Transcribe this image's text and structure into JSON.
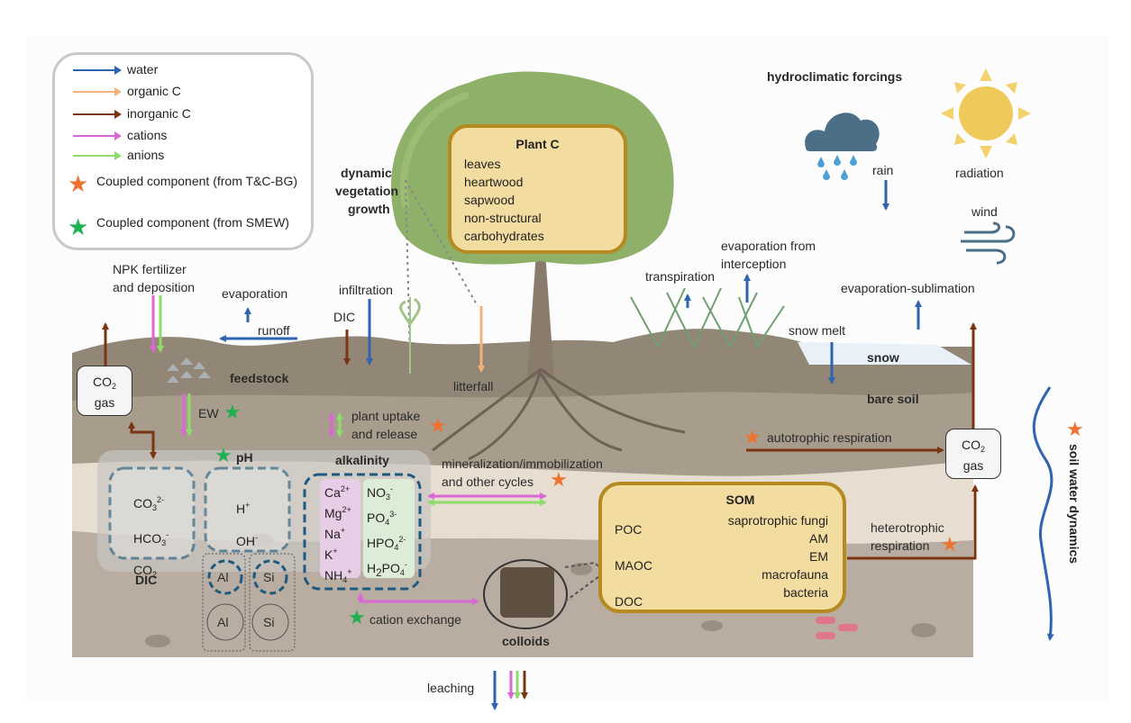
{
  "legend": {
    "items": [
      {
        "label": "water",
        "color": "#2e64b0"
      },
      {
        "label": "organic C",
        "color": "#f2b37a"
      },
      {
        "label": "inorganic C",
        "color": "#7a3512"
      },
      {
        "label": "cations",
        "color": "#d967d4"
      },
      {
        "label": "anions",
        "color": "#8fdc6c"
      }
    ],
    "stars": [
      {
        "label": "Coupled component (from T&C-BG)",
        "color": "#ee7230"
      },
      {
        "label": "Coupled component (from SMEW)",
        "color": "#1fb052"
      }
    ]
  },
  "colors": {
    "water": "#2e64b0",
    "organic_c": "#f2b37a",
    "inorganic_c": "#7a3512",
    "cations": "#d967d4",
    "anions": "#8fdc6c",
    "star_tcbg": "#ee7230",
    "star_smew": "#1fb052",
    "soil_top": "#928676",
    "soil_mid": "#a89c8c",
    "soil_light": "#e7ddd0",
    "soil_bottom": "#b8ada0",
    "box_fill": "#f3dca0",
    "box_border": "#b58a21",
    "dashed": "#1e5a80"
  },
  "atmosphere": {
    "title": "hydroclimatic forcings",
    "rain": "rain",
    "radiation": "radiation",
    "wind": "wind",
    "evap_interception": [
      "evaporation from",
      "interception"
    ],
    "transpiration": "transpiration",
    "evap_sublimation": "evaporation-sublimation",
    "snow_melt": "snow melt",
    "snow": "snow",
    "bare_soil": "bare soil"
  },
  "vegetation": {
    "dynamic_growth": [
      "dynamic",
      "vegetation",
      "growth"
    ],
    "plant_c": {
      "title": "Plant C",
      "items": [
        "leaves",
        "heartwood",
        "sapwood",
        "non-structural",
        "carbohydrates"
      ]
    },
    "litterfall": "litterfall"
  },
  "surface": {
    "npk": [
      "NPK fertilizer",
      "and deposition"
    ],
    "evaporation": "evaporation",
    "runoff": "runoff",
    "infiltration": "infiltration",
    "dic": "DIC",
    "feedstock": "feedstock",
    "ew": "EW",
    "co2_gas": {
      "line1": "CO",
      "sub": "2",
      "line2": "gas"
    }
  },
  "soil": {
    "plant_uptake": [
      "plant uptake",
      "and release"
    ],
    "autotrophic": "autotrophic respiration",
    "mineralization": [
      "mineralization/immobilization",
      "and other cycles"
    ],
    "heterotrophic": [
      "heterotrophic",
      "respiration"
    ],
    "ph": "pH",
    "alkalinity": "alkalinity",
    "dic_label": "DIC",
    "dic_species": [
      {
        "base": "CO",
        "sub": "3",
        "sup": "2-"
      },
      {
        "base": "HCO",
        "sub": "3",
        "sup": "-"
      },
      {
        "base": "CO",
        "sub": "2",
        "sup": ""
      }
    ],
    "ph_species": [
      {
        "base": "H",
        "sub": "",
        "sup": "+"
      },
      {
        "base": "OH",
        "sub": "",
        "sup": "-"
      }
    ],
    "cations": [
      {
        "base": "Ca",
        "sub": "",
        "sup": "2+"
      },
      {
        "base": "Mg",
        "sub": "",
        "sup": "2+"
      },
      {
        "base": "Na",
        "sub": "",
        "sup": "+"
      },
      {
        "base": "K",
        "sub": "",
        "sup": "+"
      },
      {
        "base": "NH",
        "sub": "4",
        "sup": "+"
      }
    ],
    "anions": [
      {
        "base": "NO",
        "sub": "3",
        "sup": "-"
      },
      {
        "base": "PO",
        "sub": "4",
        "sup": "3-"
      },
      {
        "base": "HPO",
        "sub": "4",
        "sup": "2-"
      },
      {
        "base": "H<sub>2</sub>PO",
        "sub": "4",
        "sup": "-"
      }
    ],
    "al": "Al",
    "si": "Si",
    "cation_exchange": "cation exchange",
    "colloids": "colloids",
    "som": {
      "title": "SOM",
      "left": [
        "POC",
        "MAOC",
        "DOC"
      ],
      "right": [
        "saprotrophic fungi",
        "AM",
        "EM",
        "macrofauna",
        "bacteria"
      ]
    },
    "soil_water": "soil water dynamics",
    "leaching": "leaching"
  }
}
